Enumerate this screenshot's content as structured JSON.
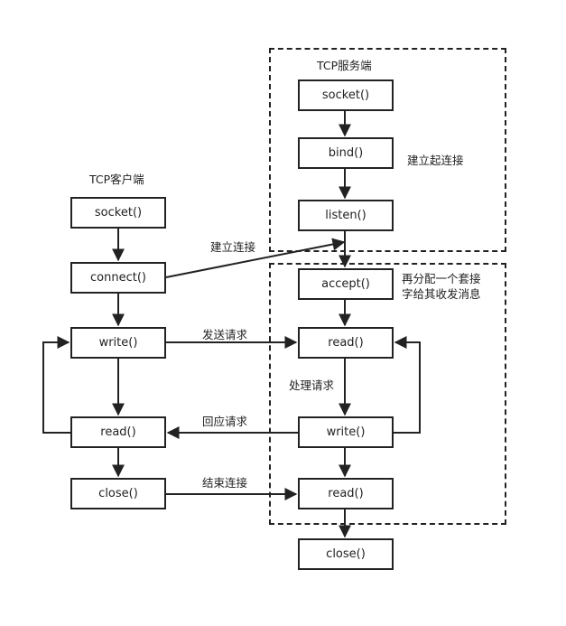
{
  "client": {
    "title": "TCP客户端",
    "socket": "socket()",
    "connect": "connect()",
    "write": "write()",
    "read": "read()",
    "close": "close()"
  },
  "server": {
    "title": "TCP服务端",
    "socket": "socket()",
    "bind": "bind()",
    "listen": "listen()",
    "accept": "accept()",
    "read": "read()",
    "write": "write()",
    "read2": "read()",
    "close": "close()"
  },
  "annotations": {
    "build_connection_server": "建立起连接",
    "build_connection": "建立连接",
    "realloc_line1": "再分配一个套接",
    "realloc_line2": "字给其收发消息",
    "send_request": "发送请求",
    "process_request": "处理请求",
    "reply_request": "回应请求",
    "end_connection": "结束连接"
  }
}
